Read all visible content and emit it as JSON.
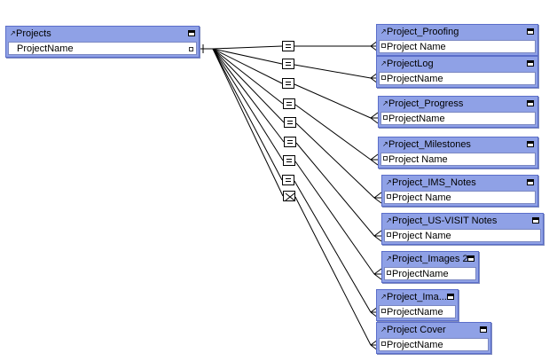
{
  "source_table": {
    "title": "Projects",
    "field": "ProjectName"
  },
  "related_tables": [
    {
      "title": "Project_Proofing",
      "field": "Project Name"
    },
    {
      "title": "ProjectLog",
      "field": "ProjectName"
    },
    {
      "title": "Project_Progress",
      "field": "ProjectName"
    },
    {
      "title": "Project_Milestones",
      "field": "Project Name"
    },
    {
      "title": "Project_IMS_Notes",
      "field": "Project Name"
    },
    {
      "title": "Project_US-VISIT Notes",
      "field": "Project Name"
    },
    {
      "title": "Project_Images 2",
      "field": "ProjectName"
    },
    {
      "title": "Project_Ima...",
      "field": "ProjectName"
    },
    {
      "title": "Project Cover",
      "field": "ProjectName"
    }
  ],
  "relationship_operators": [
    {
      "operator": "equals",
      "icon": "equals-icon"
    },
    {
      "operator": "equals",
      "icon": "equals-icon"
    },
    {
      "operator": "equals",
      "icon": "equals-icon"
    },
    {
      "operator": "equals",
      "icon": "equals-icon"
    },
    {
      "operator": "equals",
      "icon": "equals-icon"
    },
    {
      "operator": "equals",
      "icon": "equals-icon"
    },
    {
      "operator": "equals",
      "icon": "equals-icon"
    },
    {
      "operator": "equals",
      "icon": "equals-icon"
    },
    {
      "operator": "cartesian",
      "icon": "cartesian-product-icon"
    }
  ],
  "colors": {
    "table_header": "#8fa1e6",
    "table_border": "#5b6ec9",
    "line": "#000000",
    "background": "#ffffff"
  }
}
